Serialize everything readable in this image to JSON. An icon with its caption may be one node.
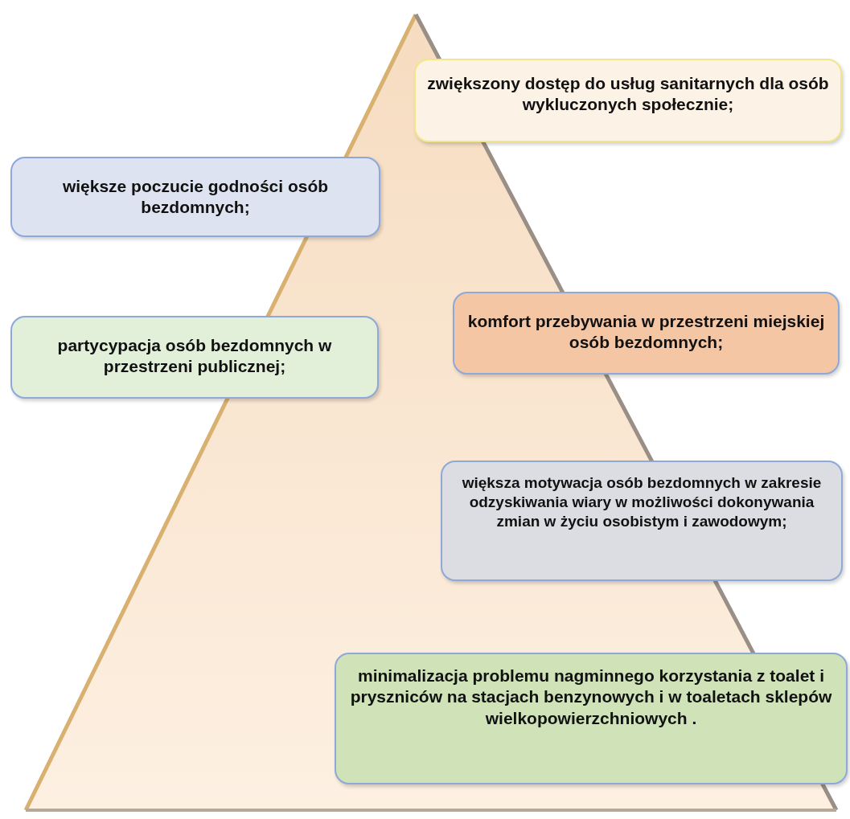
{
  "diagram": {
    "nodes": [
      {
        "text": [
          "zwiększony dostęp do usług sanitarnych dla osób wykluczonych społecznie;"
        ]
      },
      {
        "text": [
          "większe poczucie godności osób bezdomnych;"
        ]
      },
      {
        "text": [
          "komfort przebywania w przestrzeni miejskiej osób bezdomnych;"
        ]
      },
      {
        "text": [
          "partycypacja osób bezdomnych w przestrzeni publicznej;"
        ]
      },
      {
        "text": [
          "większa motywacja osób bezdomnych w zakresie odzyskiwania wiary w możliwości dokonywania zmian w życiu osobistym i zawodowym;"
        ]
      },
      {
        "text": [
          "minimalizacja problemu nagminnego korzystania z toalet i pryszniców na stacjach benzynowych i w toaletach sklepów wielkopowierzchniowych ."
        ]
      }
    ]
  }
}
